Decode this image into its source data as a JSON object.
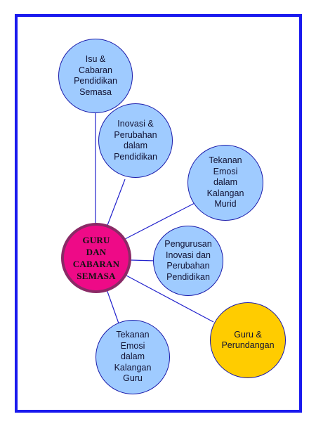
{
  "diagram": {
    "center": {
      "label_lines": [
        "GURU",
        "DAN",
        "CABARAN",
        "SEMASA"
      ]
    },
    "nodes": [
      {
        "id": "isu",
        "label_lines": [
          "Isu &",
          "Cabaran",
          "Pendidikan",
          "Semasa"
        ]
      },
      {
        "id": "inovasi",
        "label_lines": [
          "Inovasi &",
          "Perubahan",
          "dalam",
          "Pendidikan"
        ]
      },
      {
        "id": "tekanan-murid",
        "label_lines": [
          "Tekanan",
          "Emosi",
          "dalam",
          "Kalangan",
          "Murid"
        ]
      },
      {
        "id": "pengurusan",
        "label_lines": [
          "Pengurusan",
          "Inovasi dan",
          "Perubahan",
          "Pendidikan"
        ]
      },
      {
        "id": "perundangan",
        "label_lines": [
          "Guru &",
          "Perundangan"
        ]
      },
      {
        "id": "tekanan-guru",
        "label_lines": [
          "Tekanan",
          "Emosi",
          "dalam",
          "Kalangan",
          "Guru"
        ]
      }
    ]
  },
  "colors": {
    "frame": "#1a1aee",
    "link": "#2222cc",
    "center_fill": "#ee0a87",
    "node_fill": "#9fcbff",
    "highlight_fill": "#ffcc00"
  }
}
